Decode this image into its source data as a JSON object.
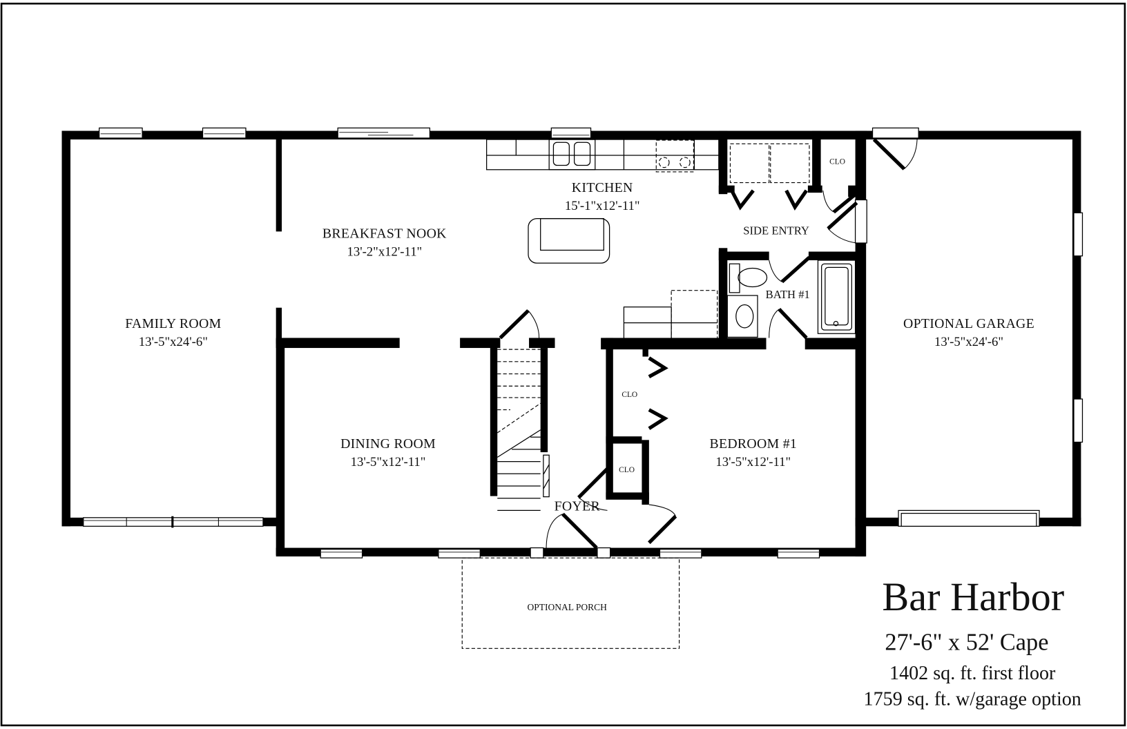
{
  "title": {
    "name": "Bar Harbor",
    "dimensions": "27'-6\" x 52' Cape",
    "first_floor_sqft": "1402 sq. ft. first floor",
    "garage_option_sqft": "1759 sq. ft. w/garage option"
  },
  "rooms": {
    "family_room": {
      "name": "FAMILY ROOM",
      "size": "13'-5\"x24'-6\""
    },
    "breakfast_nook": {
      "name": "BREAKFAST NOOK",
      "size": "13'-2\"x12'-11\""
    },
    "kitchen": {
      "name": "KITCHEN",
      "size": "15'-1\"x12'-11\""
    },
    "side_entry": {
      "name": "SIDE ENTRY"
    },
    "bath1": {
      "name": "BATH #1"
    },
    "optional_garage": {
      "name": "OPTIONAL GARAGE",
      "size": "13'-5\"x24'-6\""
    },
    "dining_room": {
      "name": "DINING ROOM",
      "size": "13'-5\"x12'-11\""
    },
    "bedroom1": {
      "name": "BEDROOM #1",
      "size": "13'-5\"x12'-11\""
    },
    "foyer": {
      "name": "FOYER"
    },
    "optional_porch": {
      "name": "OPTIONAL PORCH"
    }
  },
  "closets": {
    "side_entry_clo": "CLO",
    "bedroom_clo": "CLO",
    "foyer_clo": "CLO"
  },
  "colors": {
    "wall": "#000000",
    "background": "#ffffff",
    "text": "#111111"
  }
}
